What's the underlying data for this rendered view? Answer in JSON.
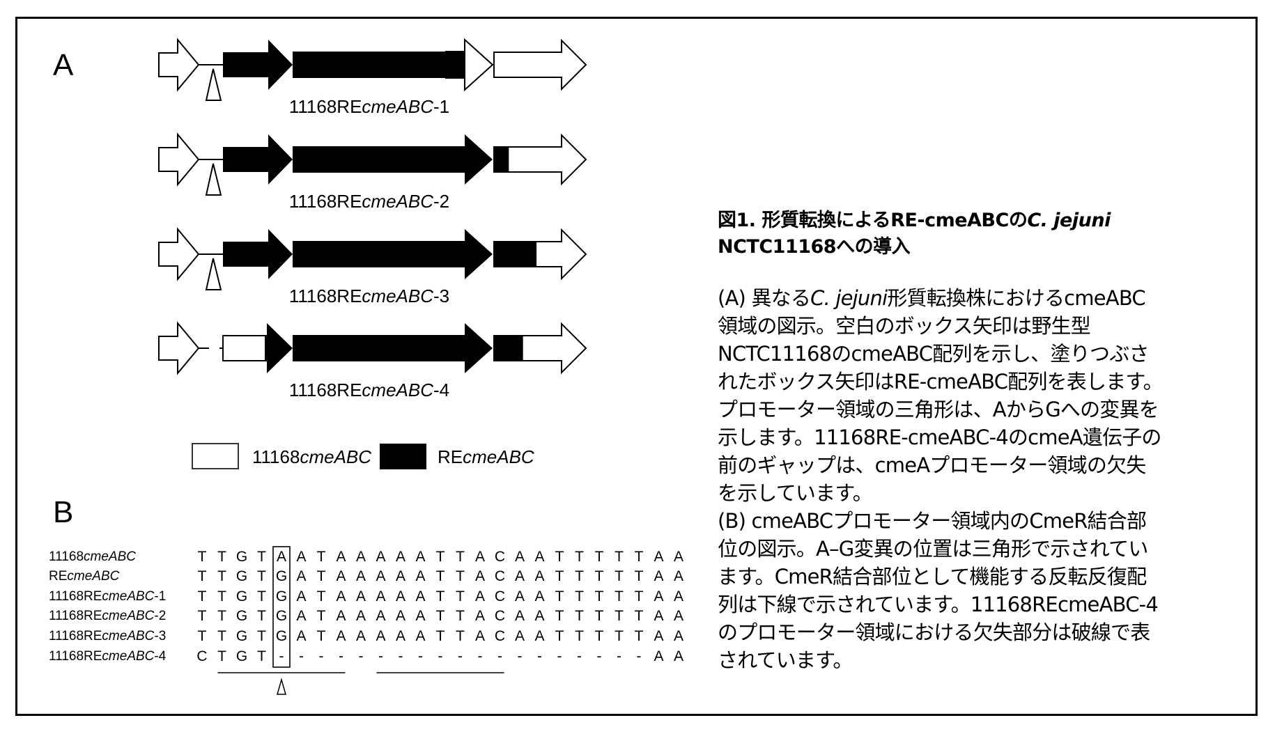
{
  "colors": {
    "wildtype_fill": "#ffffff",
    "re_fill": "#000000",
    "stroke": "#000000",
    "background": "#ffffff"
  },
  "panel_a": {
    "letter": "A",
    "constructs": [
      {
        "label_prefix": "11168RE",
        "label_italic": "cmeABC",
        "label_suffix": "-1",
        "re_tail_fraction": 0.0,
        "promoter_deleted": false,
        "mutation_marker": true
      },
      {
        "label_prefix": "11168RE",
        "label_italic": "cmeABC",
        "label_suffix": "-2",
        "re_tail_fraction": 0.23,
        "promoter_deleted": false,
        "mutation_marker": true
      },
      {
        "label_prefix": "11168RE",
        "label_italic": "cmeABC",
        "label_suffix": "-3",
        "re_tail_fraction": 0.64,
        "promoter_deleted": false,
        "mutation_marker": true
      },
      {
        "label_prefix": "11168RE",
        "label_italic": "cmeABC",
        "label_suffix": "-4",
        "re_tail_fraction": 0.44,
        "promoter_deleted": true,
        "mutation_marker": false
      }
    ],
    "legend": [
      {
        "prefix": "11168",
        "italic": "cmeABC",
        "swatch": "white"
      },
      {
        "prefix": "RE",
        "italic": "cmeABC",
        "swatch": "black"
      }
    ]
  },
  "panel_b": {
    "letter": "B",
    "highlight_column": 4,
    "underlines": [
      {
        "from_col": 1,
        "to_col": 7
      },
      {
        "from_col": 9,
        "to_col": 15
      }
    ],
    "marker_column": 4,
    "rows": [
      {
        "name_prefix": "11168",
        "name_italic": "cmeABC",
        "name_suffix": "",
        "bases": [
          "T",
          "T",
          "G",
          "T",
          "A",
          "A",
          "T",
          "A",
          "A",
          "A",
          "A",
          "A",
          "T",
          "T",
          "A",
          "C",
          "A",
          "A",
          "T",
          "T",
          "T",
          "T",
          "T",
          "A",
          "A"
        ]
      },
      {
        "name_prefix": "RE",
        "name_italic": "cmeABC",
        "name_suffix": "",
        "bases": [
          "T",
          "T",
          "G",
          "T",
          "G",
          "A",
          "T",
          "A",
          "A",
          "A",
          "A",
          "A",
          "T",
          "T",
          "A",
          "C",
          "A",
          "A",
          "T",
          "T",
          "T",
          "T",
          "T",
          "A",
          "A"
        ]
      },
      {
        "name_prefix": "11168RE",
        "name_italic": "cmeABC",
        "name_suffix": "-1",
        "bases": [
          "T",
          "T",
          "G",
          "T",
          "G",
          "A",
          "T",
          "A",
          "A",
          "A",
          "A",
          "A",
          "T",
          "T",
          "A",
          "C",
          "A",
          "A",
          "T",
          "T",
          "T",
          "T",
          "T",
          "A",
          "A"
        ]
      },
      {
        "name_prefix": "11168RE",
        "name_italic": "cmeABC",
        "name_suffix": "-2",
        "bases": [
          "T",
          "T",
          "G",
          "T",
          "G",
          "A",
          "T",
          "A",
          "A",
          "A",
          "A",
          "A",
          "T",
          "T",
          "A",
          "C",
          "A",
          "A",
          "T",
          "T",
          "T",
          "T",
          "T",
          "A",
          "A"
        ]
      },
      {
        "name_prefix": "11168RE",
        "name_italic": "cmeABC",
        "name_suffix": "-3",
        "bases": [
          "T",
          "T",
          "G",
          "T",
          "G",
          "A",
          "T",
          "A",
          "A",
          "A",
          "A",
          "A",
          "T",
          "T",
          "A",
          "C",
          "A",
          "A",
          "T",
          "T",
          "T",
          "T",
          "T",
          "A",
          "A"
        ]
      },
      {
        "name_prefix": "11168RE",
        "name_italic": "cmeABC",
        "name_suffix": "-4",
        "bases": [
          "C",
          "T",
          "G",
          "T",
          "-",
          "-",
          "-",
          "-",
          "-",
          "-",
          "-",
          "-",
          "-",
          "-",
          "-",
          "-",
          "-",
          "-",
          "-",
          "-",
          "-",
          "-",
          "-",
          "A",
          "A"
        ]
      }
    ]
  },
  "caption": {
    "title_lines": [
      [
        {
          "t": "図1. 形質転換によるRE-cmeABCの"
        },
        {
          "t": "C. jejuni",
          "i": true
        }
      ],
      [
        {
          "t": "NCTC11168への導入"
        }
      ]
    ],
    "body_lines": [
      [
        {
          "t": "(A) 異なる"
        },
        {
          "t": "C. jejuni",
          "i": true
        },
        {
          "t": "形質転換株におけるcmeABC"
        }
      ],
      [
        {
          "t": "領域の図示。空白のボックス矢印は野生型"
        }
      ],
      [
        {
          "t": "NCTC11168のcmeABC配列を示し、塗りつぶさ"
        }
      ],
      [
        {
          "t": "れたボックス矢印はRE-cmeABC配列を表します。"
        }
      ],
      [
        {
          "t": "プロモーター領域の三角形は、AからGへの変異を"
        }
      ],
      [
        {
          "t": "示します。11168RE-cmeABC-4のcmeA遺伝子の"
        }
      ],
      [
        {
          "t": "前のギャップは、cmeAプロモーター領域の欠失"
        }
      ],
      [
        {
          "t": "を示しています。"
        }
      ],
      [
        {
          "t": "(B) cmeABCプロモーター領域内のCmeR結合部"
        }
      ],
      [
        {
          "t": "位の図示。A–G変異の位置は三角形で示されてい"
        }
      ],
      [
        {
          "t": "ます。CmeR結合部位として機能する反転反復配"
        }
      ],
      [
        {
          "t": "列は下線で示されています。11168REcmeABC-4"
        }
      ],
      [
        {
          "t": "のプロモーター領域における欠失部分は破線で表"
        }
      ],
      [
        {
          "t": "されています。"
        }
      ]
    ]
  }
}
